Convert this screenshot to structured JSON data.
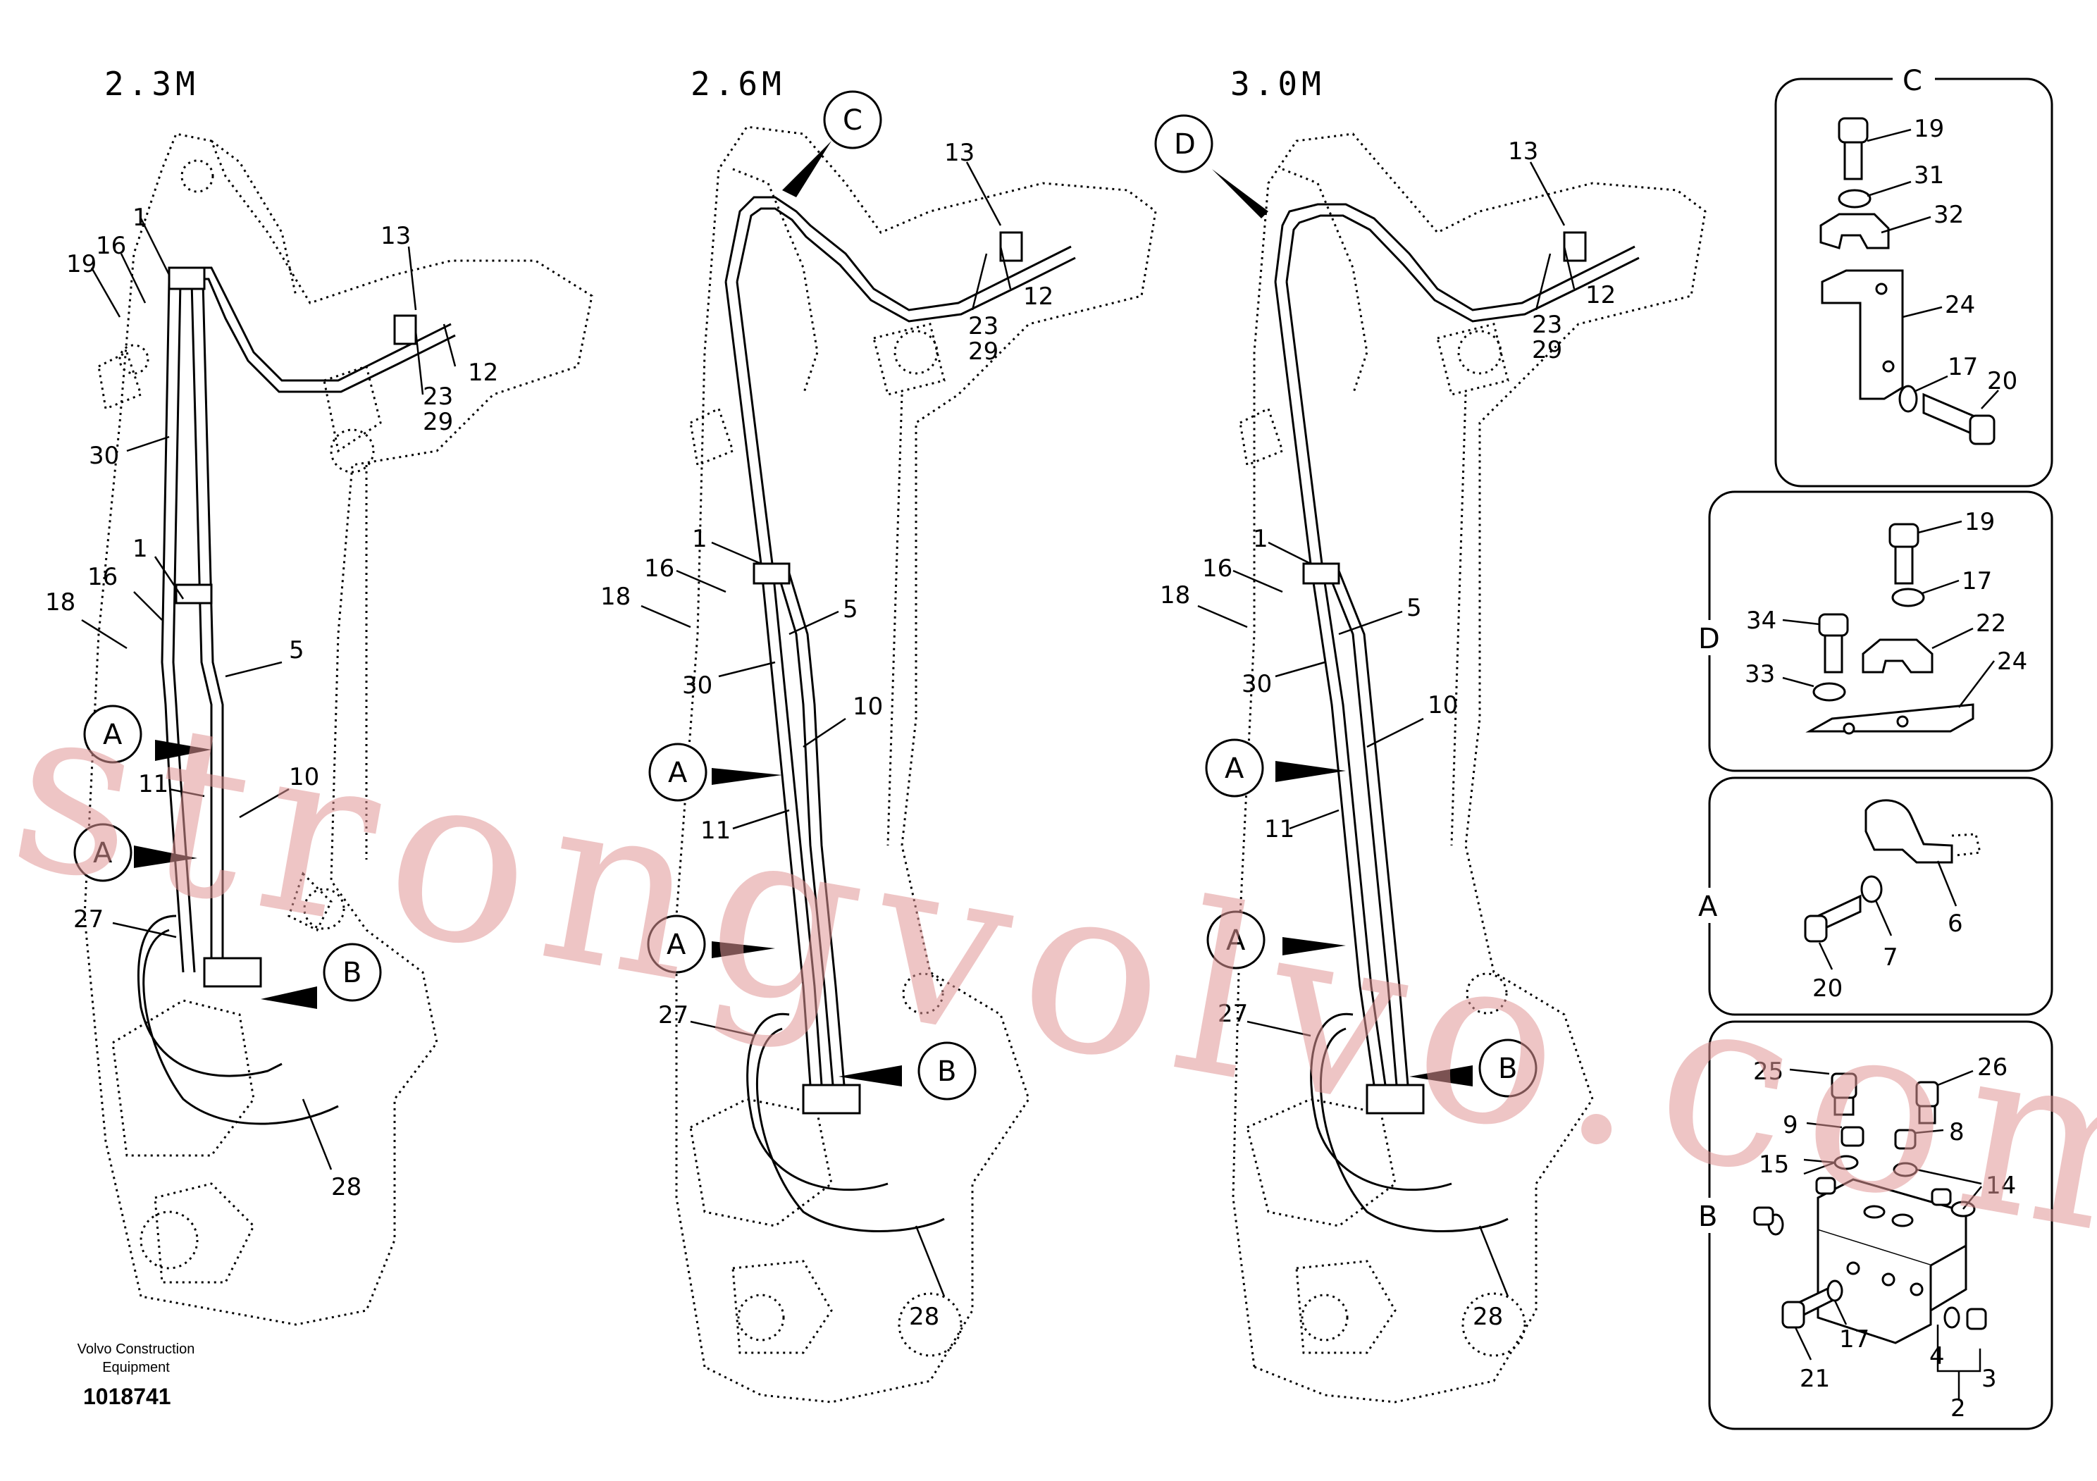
{
  "titles": {
    "v1": "2.3M",
    "v2": "2.6M",
    "v3": "3.0M"
  },
  "watermark": "strongvolvo.com",
  "brand": {
    "line1": "Volvo Construction",
    "line2": "Equipment",
    "part_number": "1018741"
  },
  "detail_letters": {
    "C": "C",
    "D": "D",
    "A": "A",
    "B": "B"
  },
  "callouts": {
    "v1": [
      "1",
      "16",
      "19",
      "13",
      "12",
      "23",
      "29",
      "30",
      "1",
      "16",
      "18",
      "5",
      "A",
      "11",
      "10",
      "A",
      "27",
      "B",
      "28"
    ],
    "v2": [
      "C",
      "13",
      "12",
      "23",
      "29",
      "1",
      "16",
      "18",
      "5",
      "30",
      "10",
      "A",
      "11",
      "A",
      "27",
      "B",
      "28"
    ],
    "v3": [
      "D",
      "13",
      "12",
      "23",
      "29",
      "1",
      "16",
      "18",
      "5",
      "30",
      "10",
      "A",
      "11",
      "A",
      "27",
      "B",
      "28"
    ],
    "detail_c": [
      "19",
      "31",
      "32",
      "24",
      "17",
      "20"
    ],
    "detail_d": [
      "19",
      "17",
      "34",
      "22",
      "33",
      "24"
    ],
    "detail_a": [
      "6",
      "7",
      "20"
    ],
    "detail_b": [
      "25",
      "26",
      "9",
      "8",
      "15",
      "14",
      "21",
      "17",
      "4",
      "3",
      "2"
    ]
  },
  "colors": {
    "line": "#000000",
    "watermark": "#e09696",
    "frame": "#000000"
  }
}
